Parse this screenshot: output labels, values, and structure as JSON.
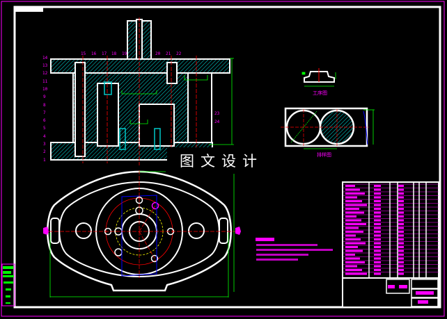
{
  "drawing": {
    "callouts_left": [
      "14",
      "13",
      "12",
      "11",
      "10",
      "9",
      "8",
      "7",
      "6",
      "5",
      "4",
      "3",
      "2",
      "1"
    ],
    "callouts_top": [
      "15",
      "16",
      "17",
      "18",
      "19",
      "20",
      "21",
      "22"
    ],
    "callouts_right": [
      "23",
      "24"
    ],
    "process_view_caption": "工序图",
    "layout_view_caption": "排样图",
    "watermark": "图文设计"
  },
  "colors": {
    "background": "#000000",
    "outline": "#ffffff",
    "hatch": "#00c8c8",
    "centerline": "#ff0000",
    "dimension": "#00ff00",
    "annotation": "#ff00ff",
    "hidden": "#0000ff",
    "pitch_circle": "#ffff00"
  }
}
